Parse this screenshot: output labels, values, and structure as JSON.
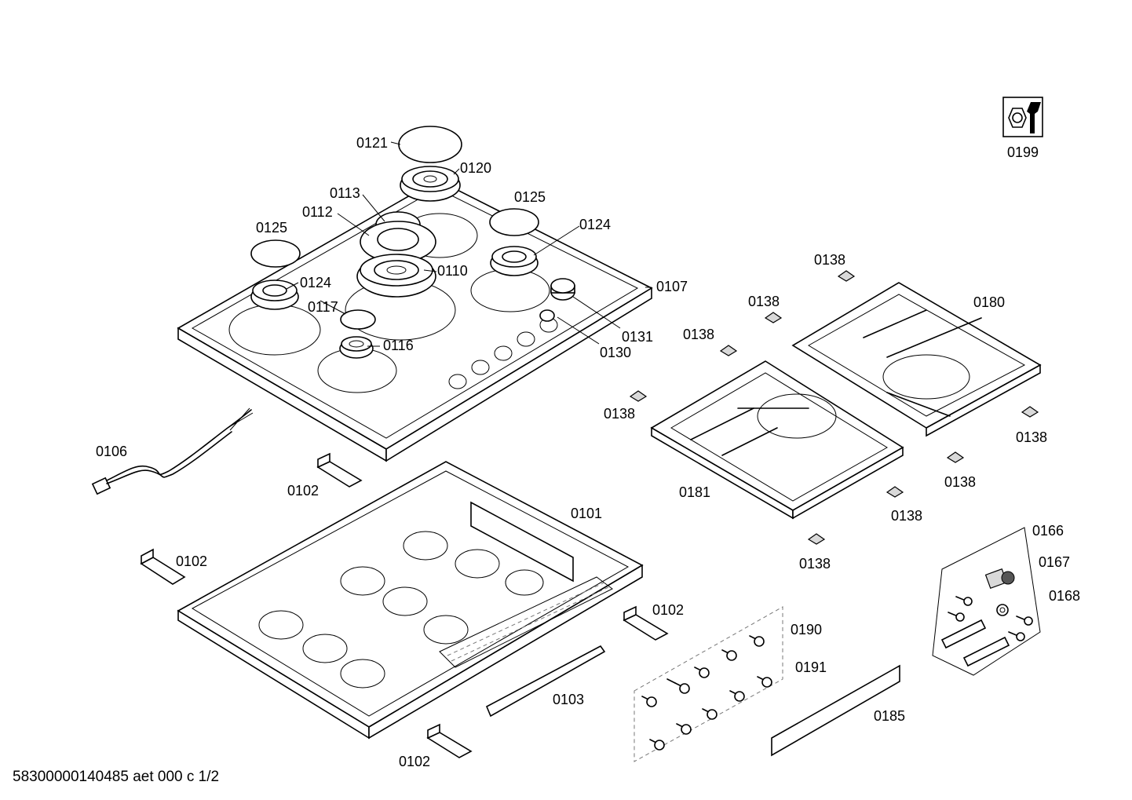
{
  "labels": {
    "p0101": "0101",
    "p0102": "0102",
    "p0103": "0103",
    "p0106": "0106",
    "p0107": "0107",
    "p0110": "0110",
    "p0112": "0112",
    "p0113": "0113",
    "p0116": "0116",
    "p0117": "0117",
    "p0120": "0120",
    "p0121": "0121",
    "p0124": "0124",
    "p0125": "0125",
    "p0130": "0130",
    "p0131": "0131",
    "p0138": "0138",
    "p0166": "0166",
    "p0167": "0167",
    "p0168": "0168",
    "p0180": "0180",
    "p0181": "0181",
    "p0185": "0185",
    "p0190": "0190",
    "p0191": "0191",
    "p0199": "0199"
  },
  "footer": "58300000140485 aet 000 c 1/2",
  "icons": [
    "wrench-nut-icon"
  ]
}
